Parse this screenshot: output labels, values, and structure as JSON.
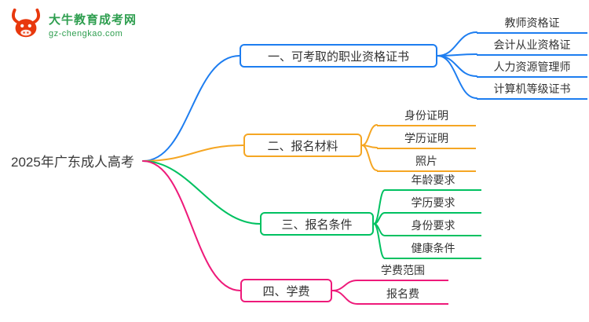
{
  "logo": {
    "site_name": "大牛教育成考网",
    "site_domain": "gz-chengkao.com",
    "brand_green": "#2e9e4f",
    "brand_red": "#e8380d"
  },
  "mindmap": {
    "root": "2025年广东成人高考",
    "branches": [
      {
        "label": "一、可考取的职业资格证书",
        "color": "#1d7df0",
        "children": [
          "教师资格证",
          "会计从业资格证",
          "人力资源管理师",
          "计算机等级证书"
        ]
      },
      {
        "label": "二、报名材料",
        "color": "#f5a623",
        "children": [
          "身份证明",
          "学历证明",
          "照片"
        ]
      },
      {
        "label": "三、报名条件",
        "color": "#00c161",
        "children": [
          "年龄要求",
          "学历要求",
          "身份要求",
          "健康条件"
        ]
      },
      {
        "label": "四、学费",
        "color": "#ee1a7a",
        "children": [
          "学费范围",
          "报名费"
        ]
      }
    ]
  }
}
